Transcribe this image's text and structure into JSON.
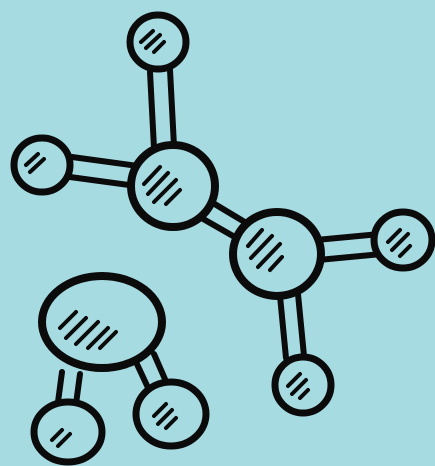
{
  "colors": {
    "background": "#a6dbe2",
    "atom_fill": "#a6dbe2",
    "outline": "#0b0b0b",
    "hatch": "#0b0b0b"
  },
  "illustration": {
    "molecules": [
      {
        "name": "ethane-like-molecule",
        "atoms": [
          "carbon-atom-1",
          "carbon-atom-2",
          "hydrogen-atom-top",
          "hydrogen-atom-left",
          "hydrogen-atom-right",
          "hydrogen-atom-bottom"
        ]
      },
      {
        "name": "water-like-molecule",
        "atoms": [
          "oxygen-atom",
          "hydrogen-atom-left",
          "hydrogen-atom-right"
        ]
      }
    ]
  }
}
